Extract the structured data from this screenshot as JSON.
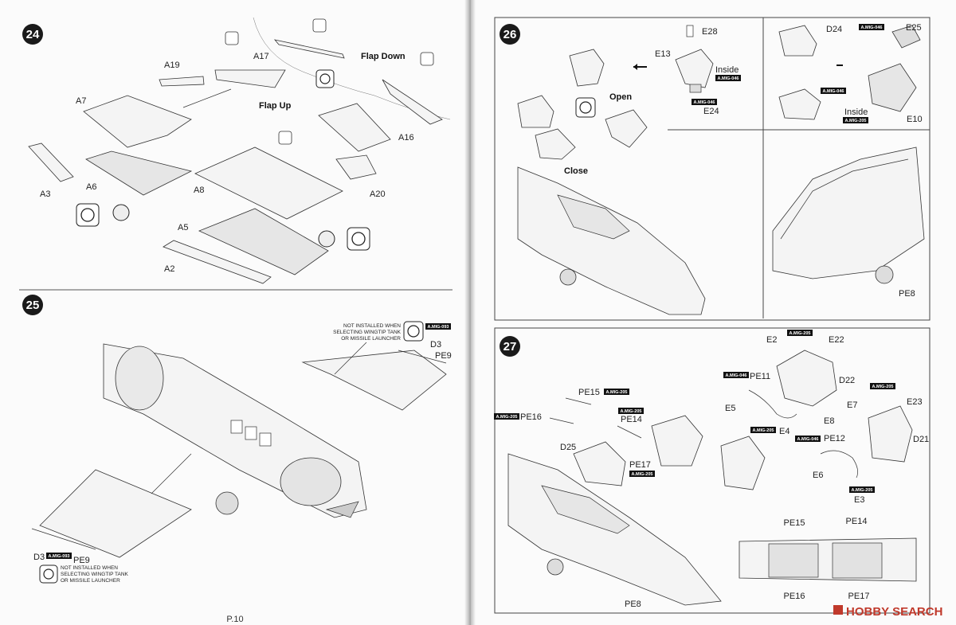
{
  "page_number": "P.10",
  "watermark": "HOBBY SEARCH",
  "steps": [
    {
      "number": "24",
      "labels": [
        "A19",
        "A17",
        "A7",
        "A16",
        "A6",
        "A8",
        "A20",
        "A3",
        "A5",
        "A2"
      ],
      "captions": {
        "flap_down": "Flap Down",
        "flap_up": "Flap Up"
      }
    },
    {
      "number": "25",
      "note": [
        "NOT INSTALLED WHEN",
        "SELECTING WINGTIP TANK",
        "OR MISSILE LAUNCHER"
      ],
      "labels": {
        "d3": "D3",
        "pe9": "PE9"
      },
      "paint_code": "A.MIG-093"
    },
    {
      "number": "26",
      "labels": [
        "E28",
        "E13",
        "D24",
        "E25",
        "E24",
        "E10",
        "PE8"
      ],
      "captions": {
        "open": "Open",
        "close": "Close",
        "inside": "Inside"
      },
      "paint_codes": [
        "A.MIG-046",
        "A.MIG-205"
      ]
    },
    {
      "number": "27",
      "labels": [
        "E2",
        "E22",
        "PE11",
        "D22",
        "PE15",
        "E5",
        "E4",
        "E7",
        "E23",
        "E8",
        "PE16",
        "PE14",
        "D25",
        "PE12",
        "D21",
        "PE17",
        "E6",
        "E3",
        "PE8"
      ],
      "detail_labels": [
        "PE15",
        "PE14",
        "PE16",
        "PE17"
      ],
      "paint_codes": [
        "A.MIG-205",
        "A.MIG-046"
      ]
    }
  ]
}
